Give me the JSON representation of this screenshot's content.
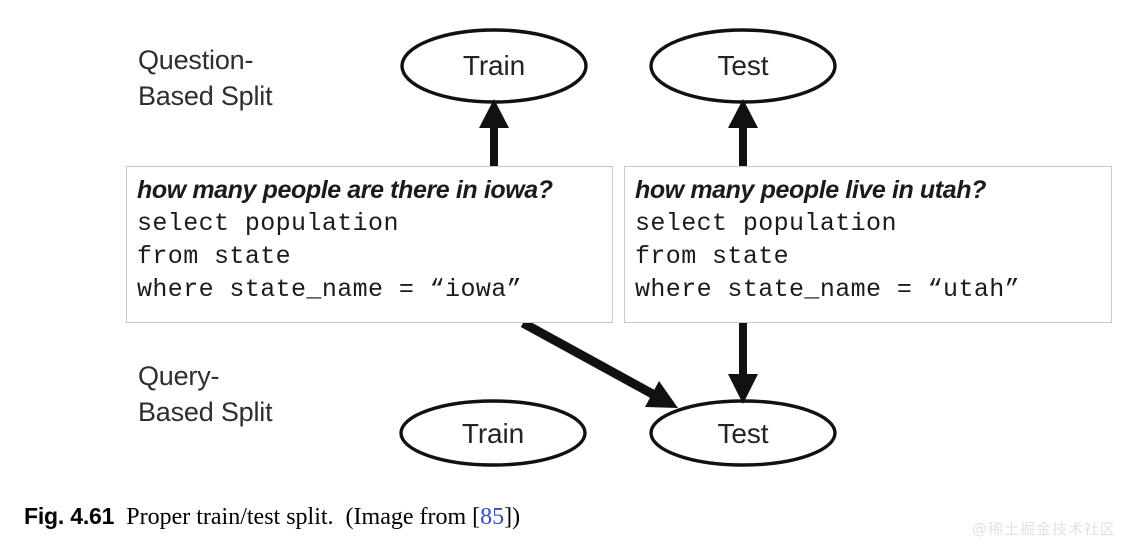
{
  "figure": {
    "caption": {
      "fig_number": "Fig. 4.61",
      "text": "  Proper train/test split.  (Image from [",
      "citation_number": "85",
      "text_end": "])"
    },
    "watermark": "@稀土掘金技术社区",
    "labels": {
      "question_split": "Question-\nBased Split",
      "query_split": "Query-\nBased Split"
    },
    "nodes": {
      "top_train": "Train",
      "top_test": "Test",
      "bottom_train": "Train",
      "bottom_test": "Test"
    },
    "examples": {
      "left": {
        "question": "how many people are there in iowa?",
        "sql_line_1": "select population",
        "sql_line_2": "from state",
        "sql_line_3": "where state_name = “iowa”"
      },
      "right": {
        "question": "how many people live in utah?",
        "sql_line_1": "select population",
        "sql_line_2": "from state",
        "sql_line_3": "where state_name = “utah”"
      }
    },
    "colors": {
      "stroke": "#111111",
      "box_border": "#c8c8c8",
      "citation_link": "#2b4cd8",
      "background": "#ffffff"
    }
  }
}
